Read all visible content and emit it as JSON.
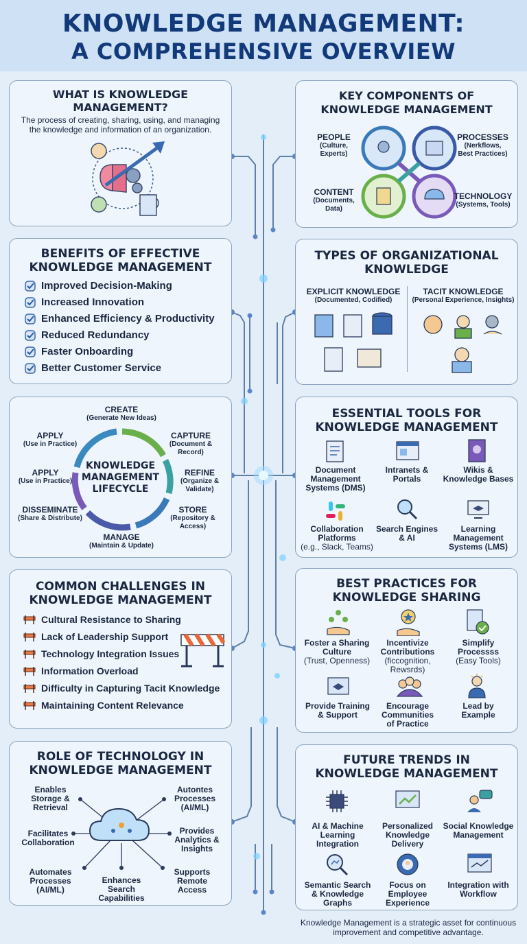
{
  "header": {
    "line1": "KNOWLEDGE MANAGEMENT:",
    "line2": "A COMPREHENSIVE OVERVIEW"
  },
  "what_is": {
    "title1": "WHAT IS KNOWLEDGE",
    "title2": "MANAGEMENT?",
    "desc1": "The process of creating, sharing, using, and managing",
    "desc2": "the knowledge and information of an organization."
  },
  "key_components": {
    "title1": "KEY COMPONENTS OF",
    "title2": "KNOWLEDGE MANAGEMENT",
    "people": {
      "label": "PEOPLE",
      "sub1": "(Culture,",
      "sub2": "Experts)"
    },
    "processes": {
      "label": "PROCESSES",
      "sub1": "(Nerkflows,",
      "sub2": "Best Practices)"
    },
    "content": {
      "label": "CONTENT",
      "sub1": "(Documents,",
      "sub2": "Data)"
    },
    "technology": {
      "label": "TECHNOLOGY",
      "sub1": "(Systems, Tools)"
    }
  },
  "benefits": {
    "title1": "BENEFITS OF EFFECTIVE",
    "title2": "KNOWLEDGE MANAGEMENT",
    "items": [
      "Improved Decision-Making",
      "Increased Innovation",
      "Enhanced Efficiency & Productivity",
      "Reduced Redundancy",
      "Faster Onboarding",
      "Better Customer Service"
    ]
  },
  "types": {
    "title1": "TYPES OF ORGANIZATIONAL",
    "title2": "KNOWLEDGE",
    "explicit": {
      "label": "EXPLICIT KNOWLEDGE",
      "sub": "(Documented, Codified)"
    },
    "tacit": {
      "label": "TACIT KNOWLEDGE",
      "sub": "(Personal Experience, Insights)"
    }
  },
  "lifecycle": {
    "center1": "KNOWLEDGE",
    "center2": "MANAGEMENT",
    "center3": "LIFECYCLE",
    "create": {
      "label": "CREATE",
      "sub": "(Generate New Ideas)"
    },
    "capture": {
      "label": "CAPTURE",
      "sub1": "(Document &",
      "sub2": "Record)"
    },
    "refine": {
      "label": "REFINE",
      "sub1": "(Organize &",
      "sub2": "Validate)"
    },
    "store": {
      "label": "STORE",
      "sub1": "(Repository &",
      "sub2": "Access)"
    },
    "manage": {
      "label": "MANAGE",
      "sub": "(Maintain & Update)"
    },
    "disseminate": {
      "label": "DISSEMINATE",
      "sub": "(Share & Distribute)"
    },
    "apply1": {
      "label": "APPLY",
      "sub": "(Use in Practice)"
    },
    "apply2": {
      "label": "APPLY",
      "sub": "(Use in Practice)"
    }
  },
  "tools": {
    "title1": "ESSENTIAL TOOLS FOR",
    "title2": "KNOWLEDGE MANAGEMENT",
    "items": [
      {
        "l1": "Document",
        "l2": "Management",
        "l3": "Systems (DMS)"
      },
      {
        "l1": "Intranets &",
        "l2": "Portals",
        "l3": ""
      },
      {
        "l1": "Wikis &",
        "l2": "Knowledge Bases",
        "l3": ""
      },
      {
        "l1": "Collaboration",
        "l2": "Platforms",
        "l3": "(e.g., Slack, Teams)"
      },
      {
        "l1": "Search Engines",
        "l2": "& AI",
        "l3": ""
      },
      {
        "l1": "Learning",
        "l2": "Management",
        "l3": "Systems (LMS)"
      }
    ]
  },
  "challenges": {
    "title1": "COMMON CHALLENGES IN",
    "title2": "KNOWLEDGE MANAGEMENT",
    "items": [
      "Cultural Resistance to Sharing",
      "Lack of Leadership Support",
      "Technology Integration Issues",
      "Information Overload",
      "Difficulty in Capturing Tacit Knowledge",
      "Maintaining Content Relevance"
    ]
  },
  "best_practices": {
    "title1": "BEST PRACTICES FOR",
    "title2": "KNOWLEDGE SHARING",
    "items": [
      {
        "l1": "Foster a Sharing",
        "l2": "Culture",
        "l3": "(Trust, Openness)"
      },
      {
        "l1": "Incentivize",
        "l2": "Contributions",
        "l3": "(ficcognition,",
        "l4": "Rewsrds)"
      },
      {
        "l1": "Simplify",
        "l2": "Processss",
        "l3": "(Easy Tools)"
      },
      {
        "l1": "Provide Training",
        "l2": "& Support"
      },
      {
        "l1": "Encourage",
        "l2": "Communities",
        "l3": "of Practice"
      },
      {
        "l1": "Lead by",
        "l2": "Example"
      }
    ]
  },
  "technology_role": {
    "title1": "ROLE OF TECHNOLOGY IN",
    "title2": "KNOWLEDGE MANAGEMENT",
    "storage": {
      "l1": "Enables",
      "l2": "Storage &",
      "l3": "Retrieval"
    },
    "autontes": {
      "l1": "Autontes",
      "l2": "Processes",
      "l3": "(AI/ML)"
    },
    "collab": {
      "l1": "Facilitates",
      "l2": "Collaboration"
    },
    "analytics": {
      "l1": "Provides",
      "l2": "Analytics &",
      "l3": "Insights"
    },
    "automates": {
      "l1": "Automates",
      "l2": "Processes",
      "l3": "(AI/ML)"
    },
    "search": {
      "l1": "Enhances",
      "l2": "Search",
      "l3": "Capabilities"
    },
    "remote": {
      "l1": "Supports",
      "l2": "Remote",
      "l3": "Access"
    }
  },
  "future": {
    "title1": "FUTURE TRENDS IN",
    "title2": "KNOWLEDGE MANAGEMENT",
    "items": [
      {
        "l1": "AI & Machine",
        "l2": "Learning",
        "l3": "Integration"
      },
      {
        "l1": "Personalized",
        "l2": "Knowledge",
        "l3": "Delivery"
      },
      {
        "l1": "Social Knowledge",
        "l2": "Management",
        "l3": ""
      },
      {
        "l1": "Semantic Search",
        "l2": "& Knowledge",
        "l3": "Graphs"
      },
      {
        "l1": "Focus on",
        "l2": "Employee",
        "l3": "Experience"
      },
      {
        "l1": "Integration with",
        "l2": "Workflow",
        "l3": ""
      }
    ]
  },
  "footer": {
    "line1": "Knowledge Management is a strategic asset for continuous",
    "line2": "improvement and competitive advantage."
  }
}
